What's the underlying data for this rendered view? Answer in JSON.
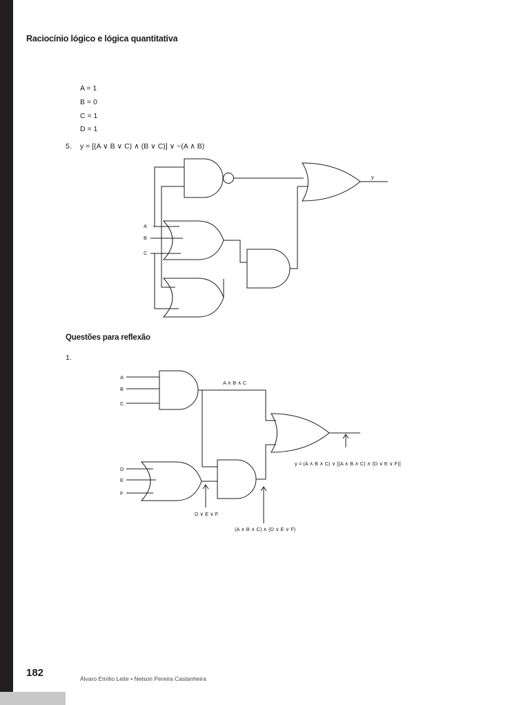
{
  "header": {
    "title": "Raciocínio lógico e lógica quantitativa"
  },
  "variables": [
    "A = 1",
    "B = 0",
    "C = 1",
    "D = 1"
  ],
  "question5": {
    "number": "5.",
    "expression": "y = [(A ∨ B ∨ C) ∧ (B ∨ C)] ∨ ~(A ∧ B)"
  },
  "circuit1": {
    "labels": {
      "a": "A",
      "b": "B",
      "c": "C",
      "y": "y"
    }
  },
  "section": {
    "title": "Questões para reflexão"
  },
  "question1": {
    "number": "1."
  },
  "circuit2": {
    "inputs": {
      "a": "A",
      "b": "B",
      "c": "C",
      "d": "D",
      "e": "E",
      "f": "F"
    },
    "and1_label": "A ∧ B ∧ C",
    "or1_label": "D ∨ E ∨ F",
    "and2_label": "(A ∧ B ∧ C) ∧ (D ∨ E ∨ F)",
    "output_label": "y = (A ∧ B ∧ C) ∨ [(A ∧ B ∧ C) ∧ (D ∨ E ∨ F)]"
  },
  "footer": {
    "page_number": "182",
    "authors": "Álvaro Emílio Leite  •  Nelson Pereira Castanheira"
  },
  "colors": {
    "sidebar": "#231f20",
    "strip": "#c8c8c8",
    "ink": "#1a1a1a"
  }
}
